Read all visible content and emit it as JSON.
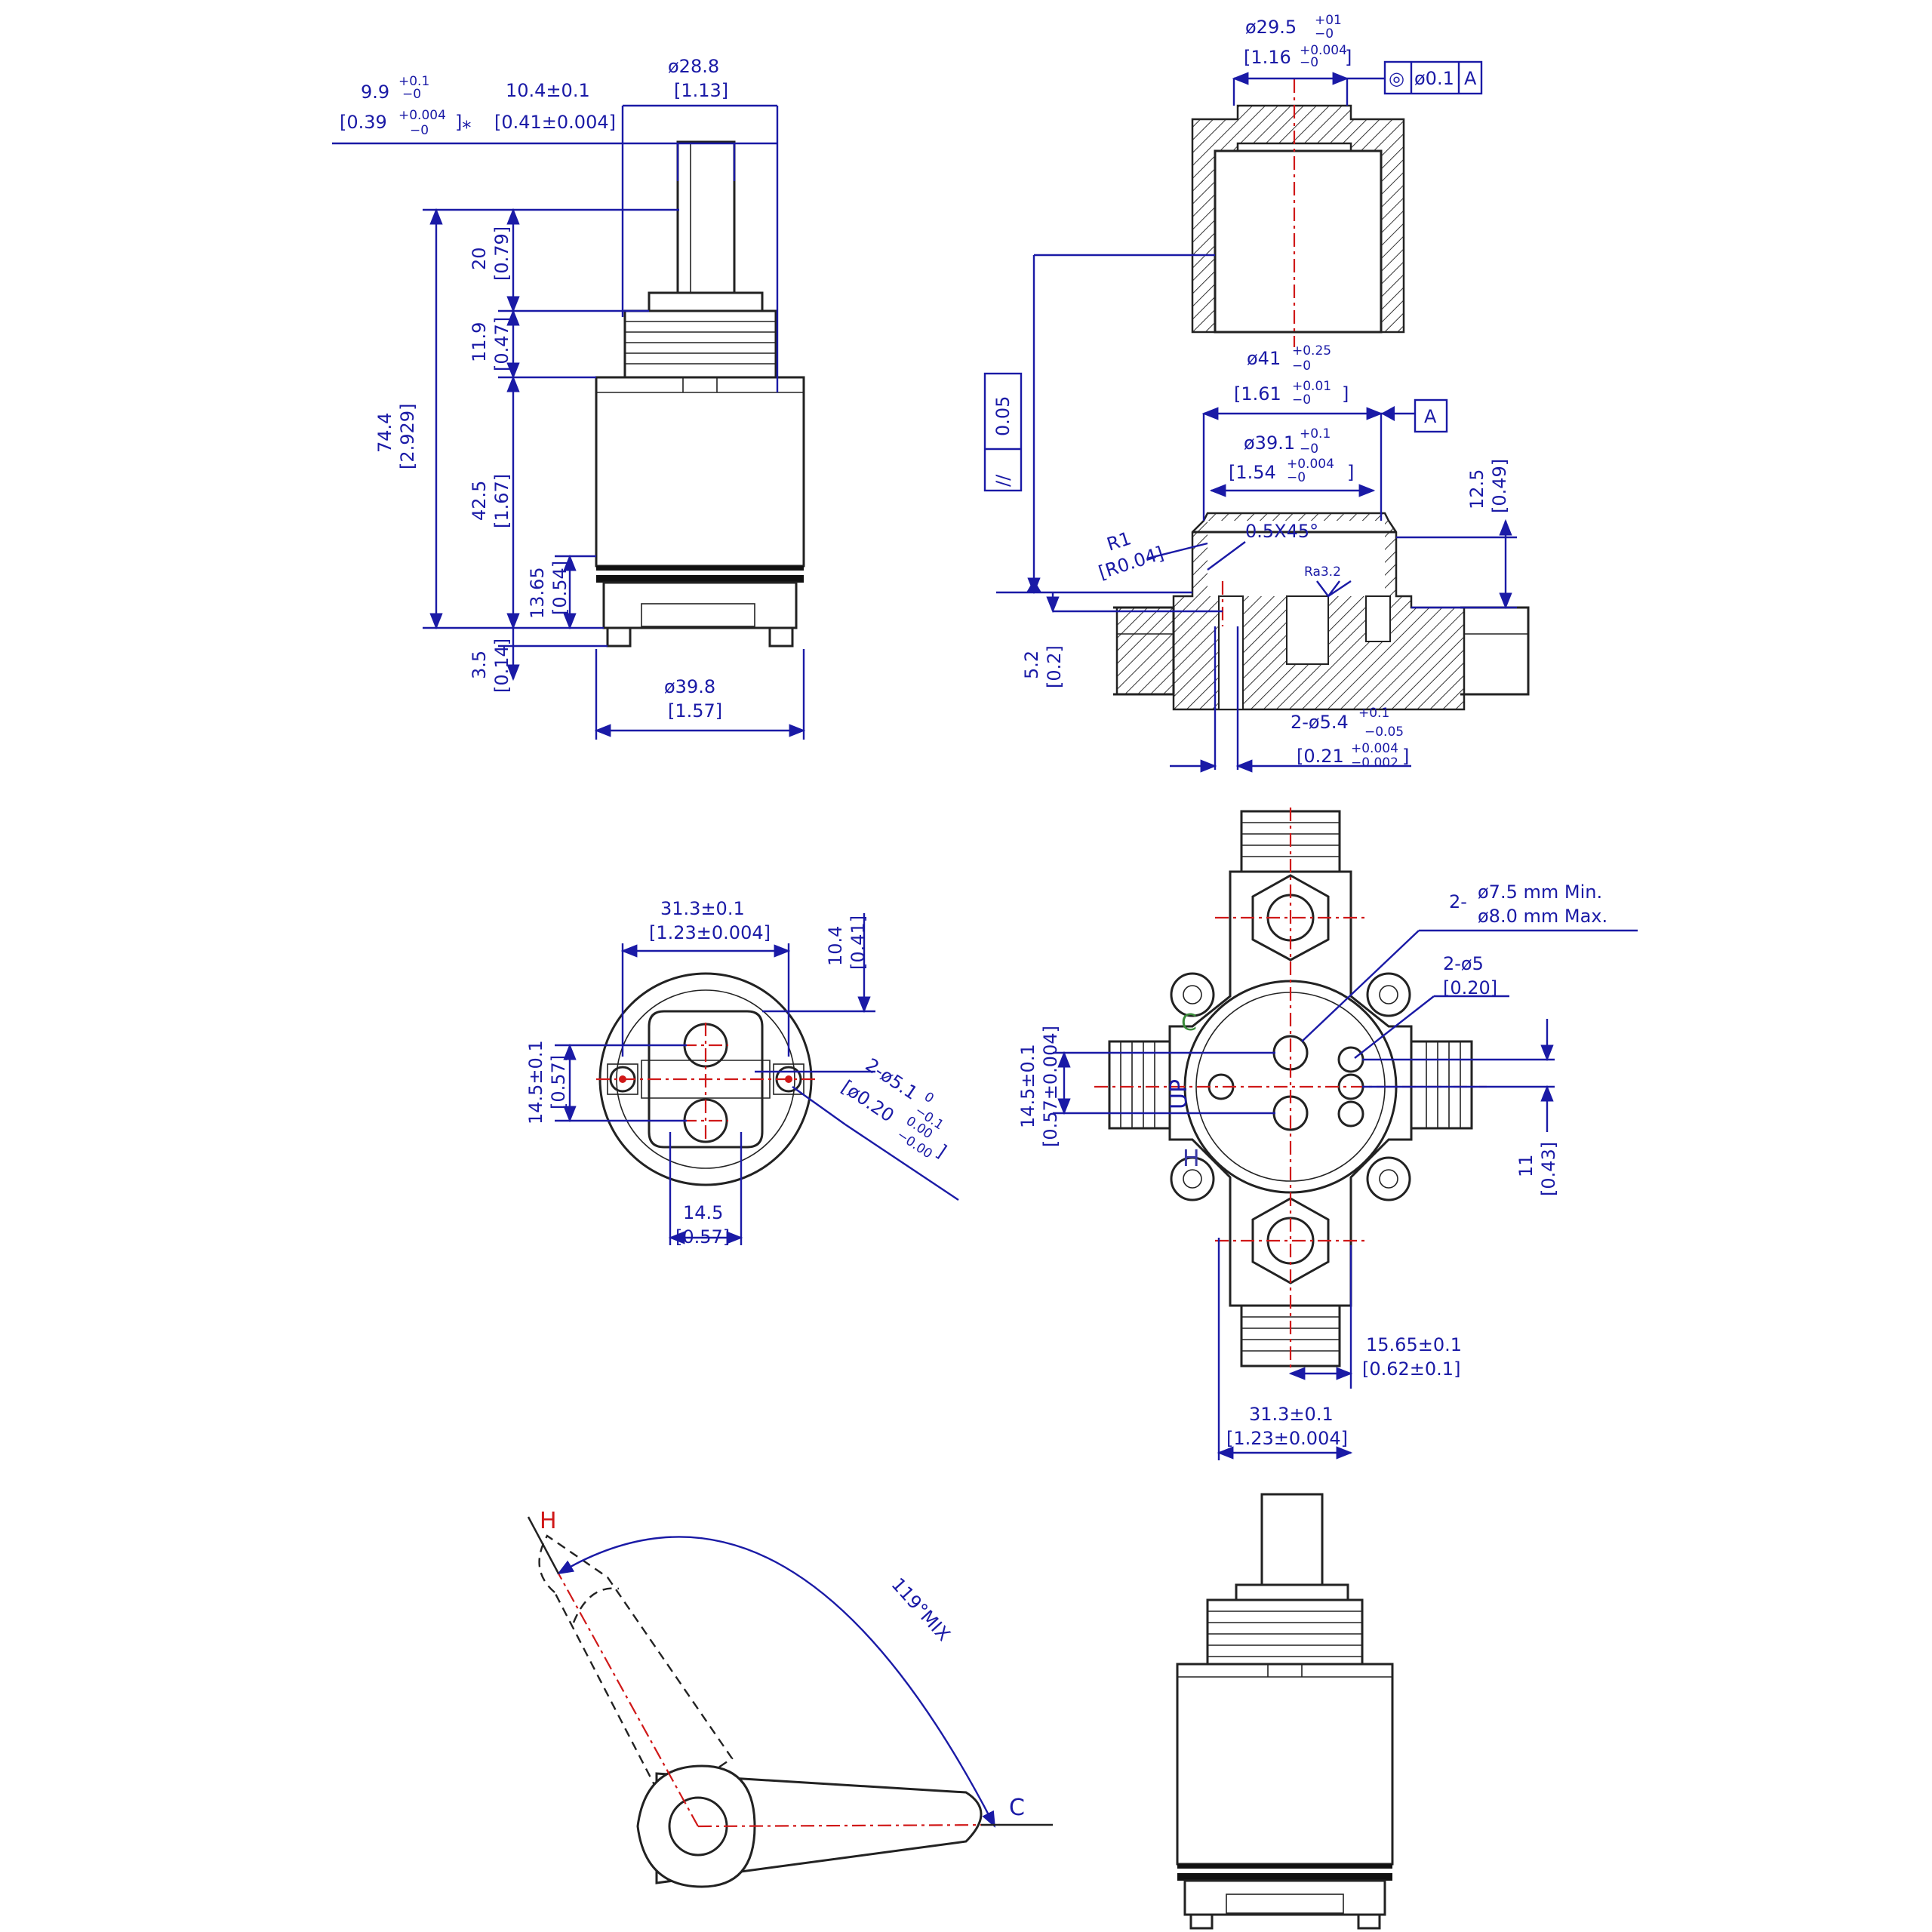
{
  "colors": {
    "dimension": "#1a1aa6",
    "outline": "#222222",
    "centerline": "#d01818"
  },
  "side_view": {
    "labels": {
      "d1_top": "9.9",
      "d1_tol_up": "+0.1",
      "d1_tol_dn": "−0",
      "d1_in": "[0.39",
      "d1_in_tol": "+0.004",
      "d1_in_end": "]⁎",
      "d1_in_tol_dn": "−0",
      "d2": "10.4±0.1",
      "d2_in": "[0.41±0.004]",
      "dia_top": "ø28.8",
      "dia_top_in": "[1.13]",
      "h20": "20",
      "h20_in": "[0.79]",
      "h119": "11.9",
      "h119_in": "[0.47]",
      "h744": "74.4",
      "h744_in": "[2.929]",
      "h425": "42.5",
      "h425_in": "[1.67]",
      "h1365": "13.65",
      "h1365_in": "[0.54]",
      "h35": "3.5",
      "h35_in": "[0.14]",
      "dia_bot": "ø39.8",
      "dia_bot_in": "[1.57]"
    }
  },
  "housing_section": {
    "labels": {
      "dia295": "ø29.5",
      "dia295_tol_up": "+01",
      "dia295_tol_dn": "−0",
      "dia295_in": "[1.16",
      "dia295_in_tol": "+0.004",
      "dia295_in_end": "]",
      "dia295_in_tol_dn": "−0",
      "conc_sym": "◎",
      "conc_val": "ø0.1",
      "datum": "A",
      "dia41": "ø41",
      "dia41_tol_up": "+0.25",
      "dia41_tol_dn": "−0",
      "dia41_in": "[1.61",
      "dia41_in_tol": "+0.01",
      "dia41_in_end": "]",
      "dia41_in_tol_dn": "−0",
      "datum2": "A",
      "dia391": "ø39.1",
      "dia391_tol_up": "+0.1",
      "dia391_tol_dn": "−0",
      "dia391_in": "[1.54",
      "dia391_in_tol": "+0.004",
      "dia391_in_end": "]",
      "dia391_in_tol_dn": "−0",
      "par_sym": "//",
      "par_val": "0.05",
      "r1": "R1",
      "r1_in": "[R0.04]",
      "chamfer": "0.5X45°",
      "rough": "Ra3.2",
      "h125": "12.5",
      "h125_in": "[0.49]",
      "h52": "5.2",
      "h52_in": "[0.2]",
      "holes": "2-ø5.4",
      "holes_tol_up": "+0.1",
      "holes_tol_dn": "−0.05",
      "holes_in": "[0.21",
      "holes_in_tol_up": "+0.004",
      "holes_in_tol_dn": "−0.002",
      "holes_in_end": "]"
    }
  },
  "bottom_view": {
    "labels": {
      "w313": "31.3±0.1",
      "w313_in": "[1.23±0.004]",
      "h104": "10.4",
      "h104_in": "[0.41]",
      "h145": "14.5±0.1",
      "h145_in": "[0.57]",
      "pins": "2-ø5.1",
      "pins_tol_up": "0",
      "pins_tol_dn": "−0.1",
      "pins_in": "[ø0.20",
      "pins_in_tol_up": "0.00",
      "pins_in_tol_dn": "−0.00",
      "pins_in_end": "]",
      "w145": "14.5",
      "w145_in": "[0.57]"
    }
  },
  "body_top_view": {
    "labels": {
      "port_prefix": "2-",
      "port_min": "ø7.5  mm  Min.",
      "port_max": "ø8.0  mm  Max.",
      "holes5": "2-ø5",
      "holes5_in": "[0.20]",
      "h145": "14.5±0.1",
      "h145_in": "[0.57±0.004]",
      "h11": "11",
      "h11_in": "[0.43]",
      "w1565": "15.65±0.1",
      "w1565_in": "[0.62±0.1]",
      "w313": "31.3±0.1",
      "w313_in": "[1.23±0.004]",
      "mark_c": "C",
      "mark_up": "UP",
      "mark_h": "H"
    }
  },
  "handle_view": {
    "labels": {
      "hot": "H",
      "cold": "C",
      "angle": "119°MIX"
    }
  }
}
